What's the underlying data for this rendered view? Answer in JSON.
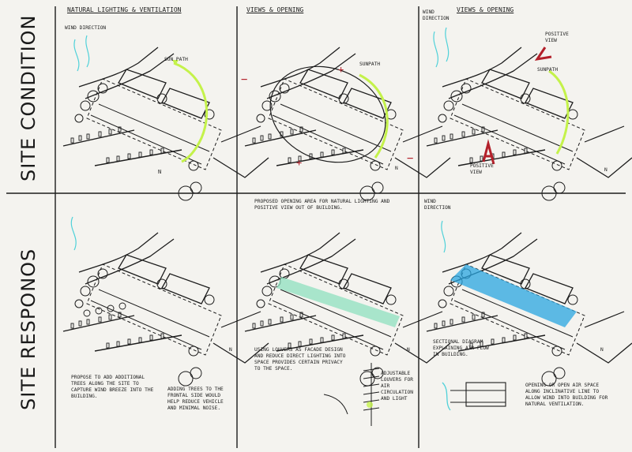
{
  "rows": {
    "top": "SITE CONDITION",
    "bottom": "SITE RESPONOS"
  },
  "panels": {
    "p1": {
      "title": "NATURAL LIGHTING & VENTILATION",
      "wind": "WIND DIRECTION",
      "sunpath": "SUN PATH",
      "north": "N"
    },
    "p2": {
      "title": "VIEWS & OPENING",
      "sunpath": "SUNPATH",
      "north": "N"
    },
    "p3": {
      "title": "VIEWS & OPENING",
      "wind": "WIND DIRECTION",
      "positive_top": "POSITIVE VIEW",
      "positive_bottom": "POSITIVE VIEW",
      "sunpath": "SUNPATH",
      "north": "N"
    },
    "p4": {
      "note_left": "PROPOSE TO ADD ADDITIONAL TREES ALONG THE SITE TO CAPTURE WIND BREEZE INTO THE BUILDING.",
      "note_right": "ADDING TREES TO THE FRONTAL SIDE WOULD HELP REDUCE VEHICLE AND MINIMAL NOISE.",
      "north": "N"
    },
    "p5": {
      "heading": "PROPOSED OPENING AREA FOR NATURAL LIGHTING AND POSITIVE VIEW OUT OF BUILDING.",
      "note": "USING LOUVERS AS FACADE DESIGN AND REDUCE DIRECT LIGHTING INTO SPACE PROVIDES CERTAIN PRIVACY TO THE SPACE.",
      "louver_note": "ADJUSTABLE LOUVERS FOR AIR CIRCULATION AND LIGHT",
      "north": "N"
    },
    "p6": {
      "wind": "WIND DIRECTION",
      "section": "SECTIONAL DIAGRAM EXPLAINING AIR FLOW IN BUILDING.",
      "note": "OPENING OR OPEN AIR SPACE ALONG INCLINATIVE LINE TO ALLOW WIND INTO BUILDING FOR NATURAL VENTILATION.",
      "north": "N"
    }
  },
  "colors": {
    "ink": "#1c1c1c",
    "sun_green": "#c4f24a",
    "wind_cyan": "#4fd1d9",
    "opening_green": "#8fe0bf",
    "wind_blue": "#2aa6e0",
    "view_red": "#b3202a"
  }
}
